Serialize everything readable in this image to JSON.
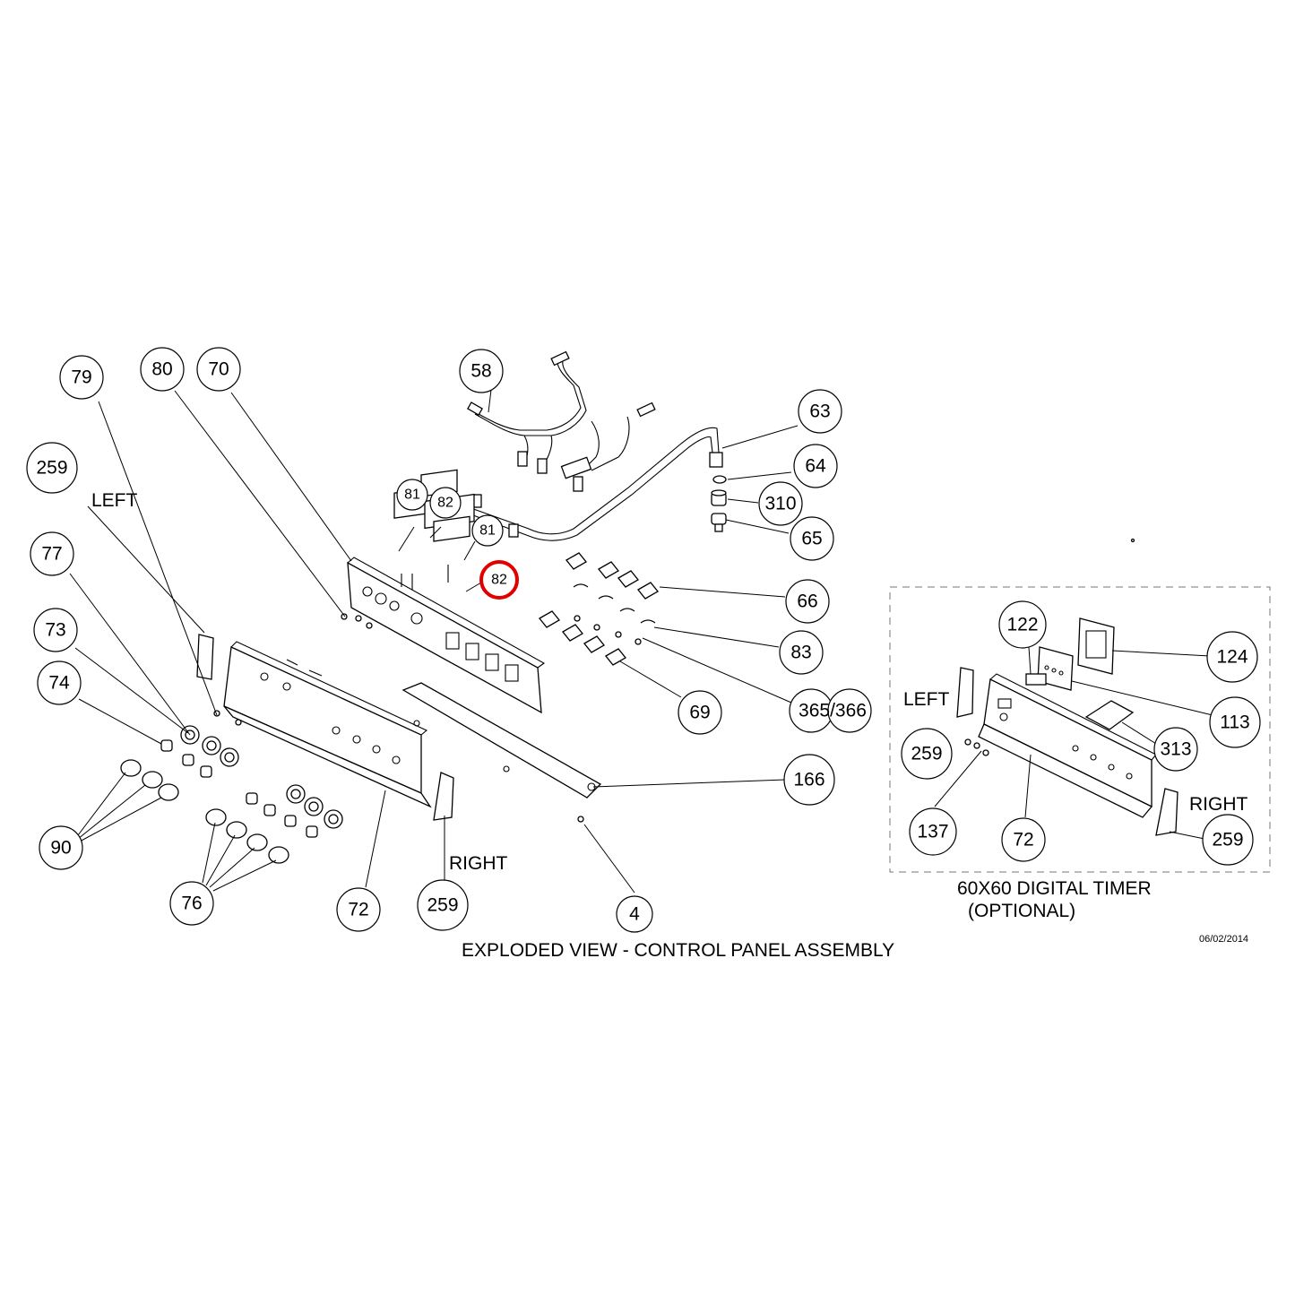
{
  "diagram": {
    "title": "EXPLODED VIEW - CONTROL PANEL ASSEMBLY",
    "date": "06/02/2014",
    "side_labels": {
      "left": "LEFT",
      "right": "RIGHT"
    },
    "optional_kit": {
      "title_line1": "60X60 DIGITAL TIMER",
      "title_line2": "(OPTIONAL)"
    },
    "highlight_color": "#e00000",
    "callouts": [
      {
        "id": "c79",
        "label": "79"
      },
      {
        "id": "c80",
        "label": "80"
      },
      {
        "id": "c70",
        "label": "70"
      },
      {
        "id": "c58",
        "label": "58"
      },
      {
        "id": "c63",
        "label": "63"
      },
      {
        "id": "c64",
        "label": "64"
      },
      {
        "id": "c310",
        "label": "310"
      },
      {
        "id": "c65",
        "label": "65"
      },
      {
        "id": "c259a",
        "label": "259"
      },
      {
        "id": "c81a",
        "label": "81"
      },
      {
        "id": "c82a",
        "label": "82"
      },
      {
        "id": "c81b",
        "label": "81"
      },
      {
        "id": "c82b",
        "label": "82",
        "highlighted": true
      },
      {
        "id": "c77",
        "label": "77"
      },
      {
        "id": "c66",
        "label": "66"
      },
      {
        "id": "c73",
        "label": "73"
      },
      {
        "id": "c83",
        "label": "83"
      },
      {
        "id": "c74",
        "label": "74"
      },
      {
        "id": "c365",
        "label": "365/366"
      },
      {
        "id": "c69",
        "label": "69"
      },
      {
        "id": "c166",
        "label": "166"
      },
      {
        "id": "c90",
        "label": "90"
      },
      {
        "id": "c76",
        "label": "76"
      },
      {
        "id": "c72a",
        "label": "72"
      },
      {
        "id": "c259b",
        "label": "259"
      },
      {
        "id": "c4",
        "label": "4"
      },
      {
        "id": "c122",
        "label": "122"
      },
      {
        "id": "c124",
        "label": "124"
      },
      {
        "id": "c113",
        "label": "113"
      },
      {
        "id": "c313",
        "label": "313"
      },
      {
        "id": "c259c",
        "label": "259"
      },
      {
        "id": "c137",
        "label": "137"
      },
      {
        "id": "c72b",
        "label": "72"
      },
      {
        "id": "c259d",
        "label": "259"
      }
    ]
  }
}
